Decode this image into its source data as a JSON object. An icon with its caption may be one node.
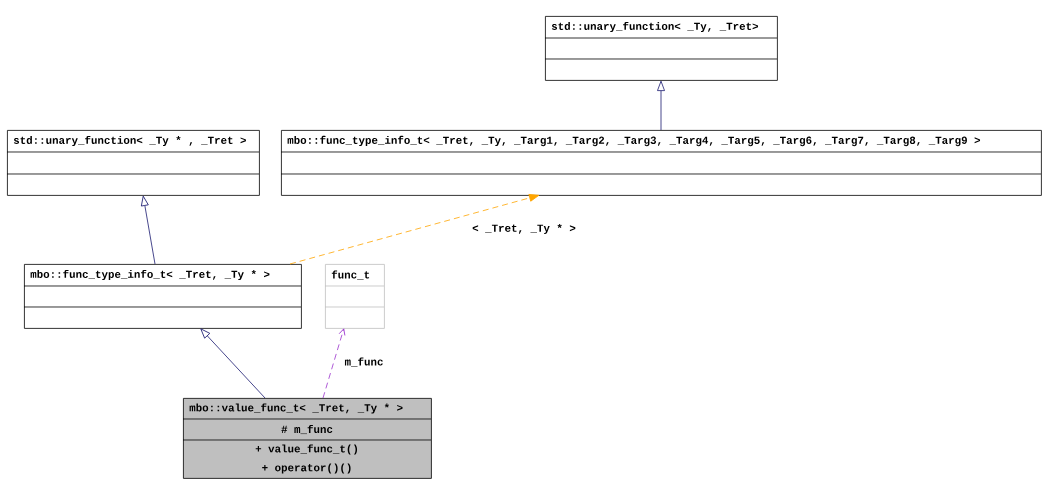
{
  "diagram": {
    "nodes": [
      {
        "text": [
          "std::unary_function< _Ty, _Tret>"
        ]
      },
      {
        "text": [
          "std::unary_function< _Ty * , _Tret >"
        ]
      },
      {
        "text": [
          "mbo::func_type_info_t< _Tret, _Ty, _Targ1, _Targ2, _Targ3, _Targ4, _Targ5, _Targ6, _Targ7, _Targ8, _Targ9 >"
        ]
      },
      {
        "text": [
          "mbo::func_type_info_t< _Tret, _Ty * >"
        ]
      },
      {
        "text": [
          "func_t"
        ]
      },
      {
        "text": [
          "mbo::value_func_t< _Tret, _Ty * >",
          "# m_func",
          "+ value_func_t()",
          "+ operator()()"
        ]
      }
    ],
    "edges": [
      {
        "from": 2,
        "to": 0,
        "arrow": "to"
      },
      {
        "from": 3,
        "to": 1,
        "arrow": "to"
      },
      {
        "from": 3,
        "to": 2,
        "arrow": "to",
        "label": "< _Tret, _Ty * >",
        "style": "dashed",
        "color": "#ffa500"
      },
      {
        "from": 5,
        "to": 3,
        "arrow": "to"
      },
      {
        "from": 5,
        "to": 4,
        "arrow": "to",
        "label": "m_func",
        "style": "dashed",
        "color": "#9a32cd"
      }
    ]
  }
}
